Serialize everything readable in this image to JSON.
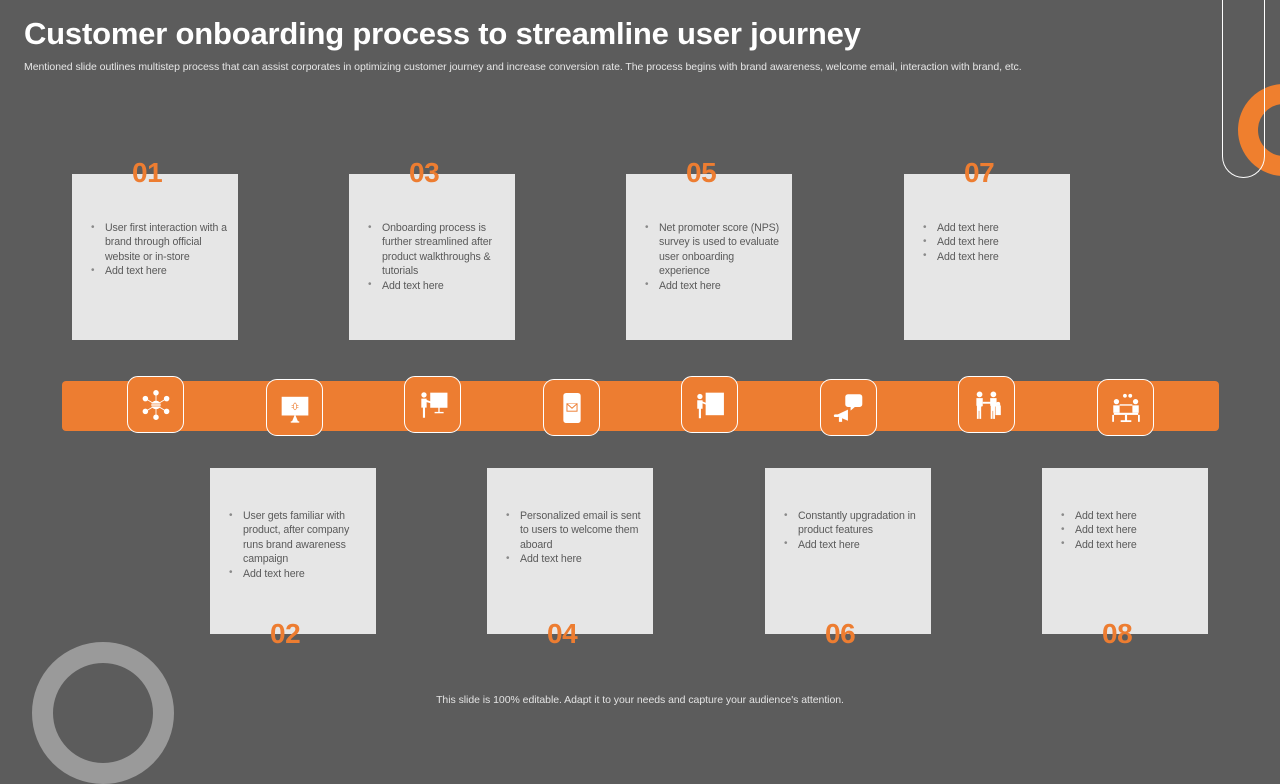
{
  "header": {
    "title": "Customer onboarding process to streamline user journey",
    "subtitle": "Mentioned slide outlines multistep process that can assist corporates in optimizing customer journey and increase conversion rate. The process begins with brand awareness, welcome email, interaction with brand, etc."
  },
  "colors": {
    "background": "#5c5c5c",
    "accent": "#ed7d31",
    "card": "#e6e6e6",
    "card_text": "#5a5a5a",
    "decor_gray": "#9a9a9a",
    "white": "#ffffff"
  },
  "steps": [
    {
      "number": "01",
      "position": "top",
      "icon": "network-hub-icon",
      "bullets": [
        "User first interaction with a brand through official website or in-store",
        "Add text here"
      ]
    },
    {
      "number": "02",
      "position": "bottom",
      "icon": "monitor-globe-icon",
      "bullets": [
        "User gets familiar with product, after company runs brand awareness campaign",
        "Add text here"
      ]
    },
    {
      "number": "03",
      "position": "top",
      "icon": "presenter-board-icon",
      "bullets": [
        "Onboarding process is further streamlined after product walkthroughs & tutorials",
        "Add text here"
      ]
    },
    {
      "number": "04",
      "position": "bottom",
      "icon": "mobile-email-icon",
      "bullets": [
        "Personalized email is sent to users to welcome them aboard",
        "Add text here"
      ]
    },
    {
      "number": "05",
      "position": "top",
      "icon": "person-checklist-icon",
      "bullets": [
        "Net promoter score (NPS) survey is used to evaluate user onboarding experience",
        "Add text here"
      ]
    },
    {
      "number": "06",
      "position": "bottom",
      "icon": "megaphone-announcement-icon",
      "bullets": [
        "Constantly upgradation in product features",
        "Add text here"
      ]
    },
    {
      "number": "07",
      "position": "top",
      "icon": "handshake-shopper-icon",
      "bullets": [
        "Add text here",
        "Add text here",
        "Add text here"
      ]
    },
    {
      "number": "08",
      "position": "bottom",
      "icon": "meeting-table-icon",
      "bullets": [
        "Add text here",
        "Add text here",
        "Add text here"
      ]
    }
  ],
  "footer": {
    "note": "This slide is 100% editable. Adapt it to your needs and capture your audience's attention."
  }
}
